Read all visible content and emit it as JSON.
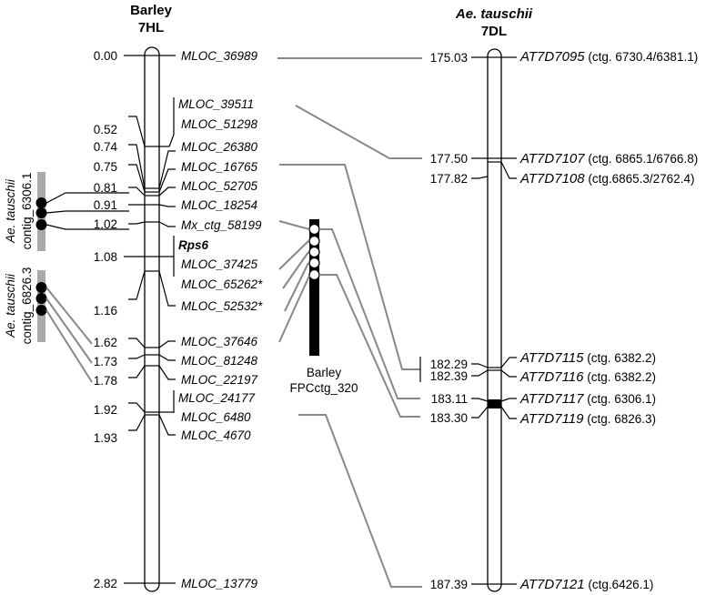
{
  "barley": {
    "title": "Barley",
    "chrom": "7HL",
    "positions": [
      "0.00",
      "0.52",
      "0.74",
      "0.75",
      "0.81",
      "0.91",
      "1.02",
      "1.08",
      "1.16",
      "1.62",
      "1.73",
      "1.78",
      "1.92",
      "1.93",
      "2.82"
    ],
    "markers": [
      {
        "name": "MLOC_36989"
      },
      {
        "name": "MLOC_39511"
      },
      {
        "name": "MLOC_51298"
      },
      {
        "name": "MLOC_26380"
      },
      {
        "name": "MLOC_16765"
      },
      {
        "name": "MLOC_52705"
      },
      {
        "name": "MLOC_18254"
      },
      {
        "name": "Mx_ctg_58199"
      },
      {
        "name": "Rps6",
        "bold": true
      },
      {
        "name": "MLOC_37425"
      },
      {
        "name": "MLOC_65262*"
      },
      {
        "name": "MLOC_52532*"
      },
      {
        "name": "MLOC_37646"
      },
      {
        "name": "MLOC_81248"
      },
      {
        "name": "MLOC_22197"
      },
      {
        "name": "MLOC_24177"
      },
      {
        "name": "MLOC_6480"
      },
      {
        "name": "MLOC_4670"
      },
      {
        "name": "MLOC_13779"
      }
    ]
  },
  "tauschii": {
    "title": "Ae. tauschii",
    "chrom": "7DL",
    "positions": [
      "175.03",
      "177.50",
      "177.82",
      "182.29",
      "182.39",
      "183.11",
      "183.30",
      "187.39"
    ],
    "markers": [
      {
        "name": "AT7D7095",
        "ctg": " (ctg. 6730.4/6381.1)"
      },
      {
        "name": "AT7D7107",
        "ctg": " (ctg. 6865.1/6766.8)"
      },
      {
        "name": "AT7D7108",
        "ctg": " (ctg.6865.3/2762.4)"
      },
      {
        "name": "AT7D7115",
        "ctg": " (ctg. 6382.2)"
      },
      {
        "name": "AT7D7116",
        "ctg": " (ctg. 6382.2)"
      },
      {
        "name": "AT7D7117",
        "ctg": " (ctg. 6306.1)"
      },
      {
        "name": "AT7D7119",
        "ctg": " (ctg. 6826.3)"
      },
      {
        "name": "AT7D7121",
        "ctg": " (ctg.6426.1)"
      }
    ]
  },
  "contigs": [
    {
      "line1": "Ae. tauschii",
      "line2": "contig_6306.1"
    },
    {
      "line1": "Ae. tauschii",
      "line2": "contig_6826.3"
    }
  ],
  "fpc": {
    "line1": "Barley",
    "line2": "FPCctg_320"
  }
}
